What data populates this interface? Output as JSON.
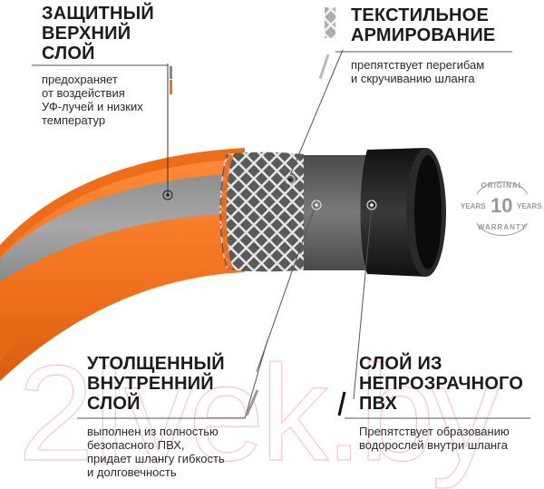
{
  "sections": {
    "top_left": {
      "heading": "ЗАЩИТНЫЙ\nВЕРХНИЙ\nСЛОЙ",
      "description": "предохраняет\nот воздействия\nУФ-лучей и низких\nтемператур"
    },
    "top_right": {
      "heading": "ТЕКСТИЛЬНОЕ\nАРМИРОВАНИЕ",
      "description": "препятствует перегибам\nи скручиванию шланга"
    },
    "bottom_left": {
      "heading": "УТОЛЩЕННЫЙ\nВНУТРЕННИЙ\nСЛОЙ",
      "description": "выполнен из полностью\nбезопасного ПВХ,\nпридает шлангу гибкость\nи долговечность"
    },
    "bottom_right": {
      "heading": "СЛОЙ ИЗ\nНЕПРОЗРАЧНОГО\nПВХ",
      "description": "Препятствует образованию\nводорослей внутри шланга"
    }
  },
  "warranty_badge": {
    "top_text": "ORIGINAL",
    "left_text": "YEARS",
    "number": "10",
    "right_text": "YEARS",
    "bottom_text": "WARRANTY"
  },
  "watermark": "2Ivek.by",
  "colors": {
    "orange": "#f0731e",
    "gray_stripe": "#9a9a9a",
    "inner_gray": "#6b6b6b",
    "black_tube": "#1e1e1e",
    "mesh": "#e8e8e8"
  }
}
